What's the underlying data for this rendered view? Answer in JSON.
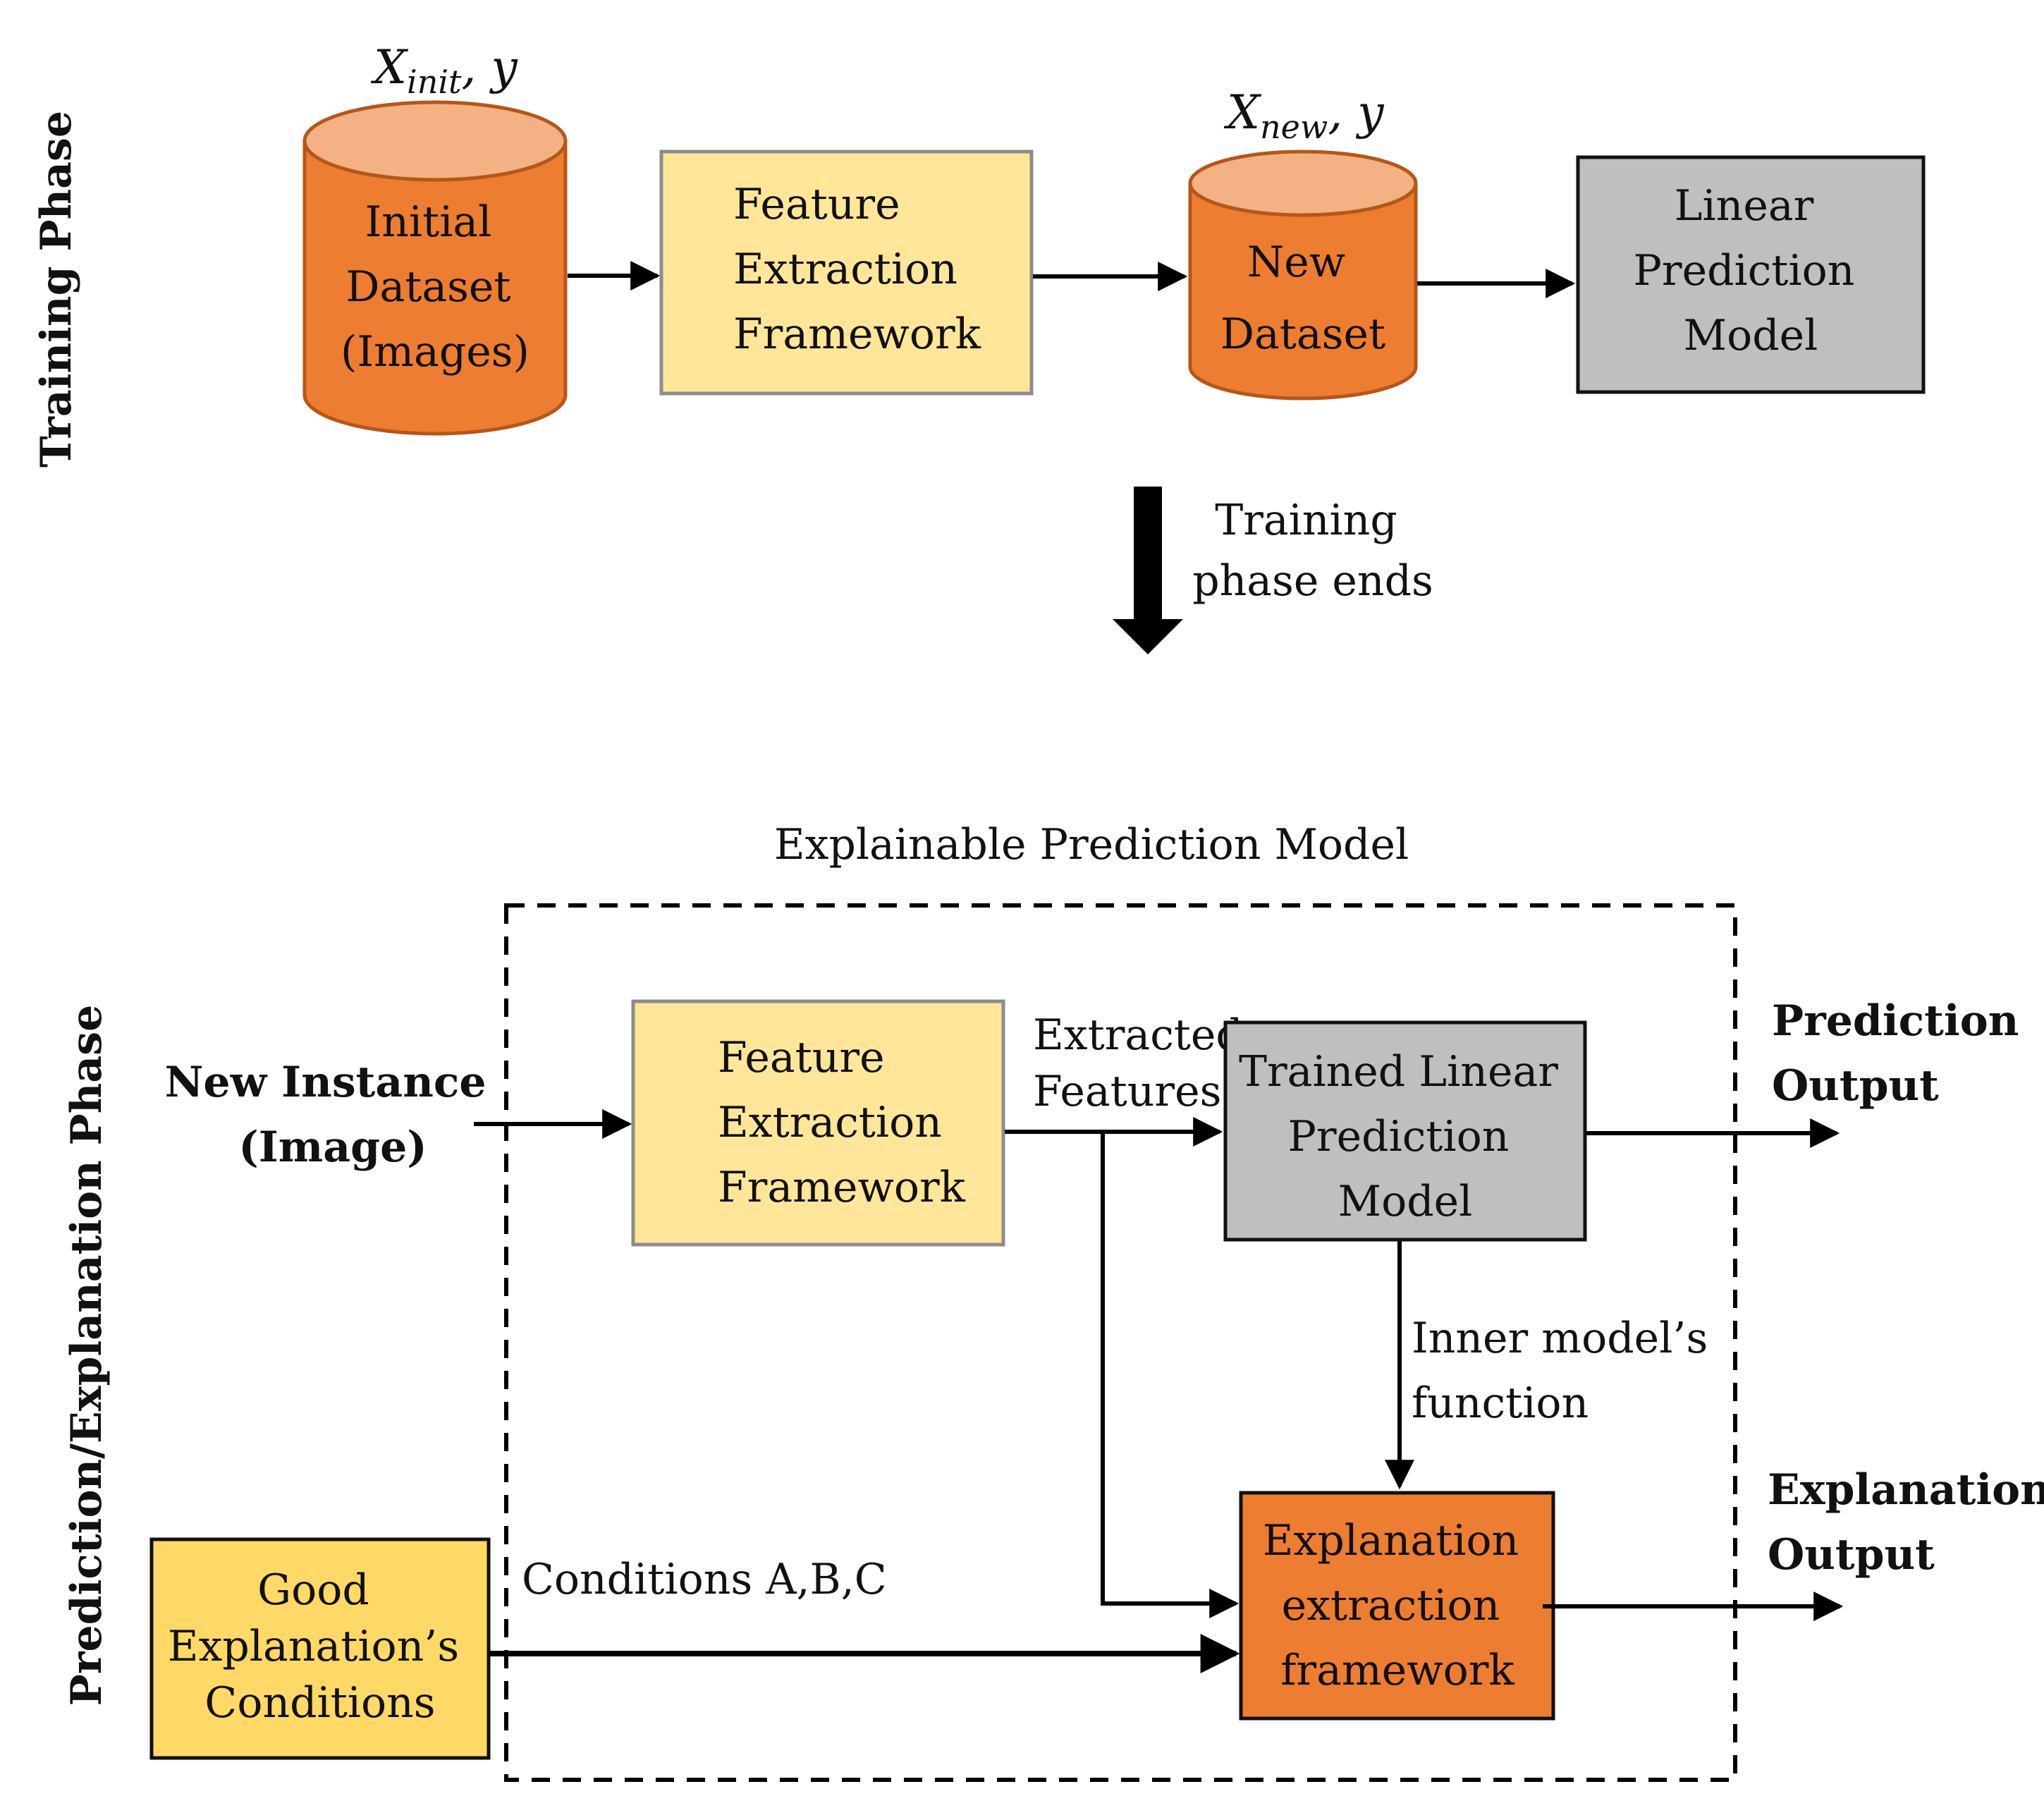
{
  "training": {
    "phase_label": "Training Phase",
    "initial_dataset": {
      "lines": [
        "Initial",
        "Dataset",
        "(Images)"
      ],
      "sym_var": "X",
      "sym_sub": "init",
      "sym_rest": ", y"
    },
    "feature_extraction": {
      "lines": [
        "Feature",
        "Extraction",
        "Framework"
      ]
    },
    "new_dataset": {
      "lines": [
        "New",
        "Dataset"
      ],
      "sym_var": "X",
      "sym_sub": "new",
      "sym_rest": ", y"
    },
    "linear_model": {
      "lines": [
        "Linear",
        "Prediction",
        "Model"
      ]
    },
    "phase_end": {
      "lines": [
        "Training",
        "phase ends"
      ]
    }
  },
  "prediction": {
    "phase_label": "Prediction/Explanation Phase",
    "container_title": "Explainable Prediction Model",
    "new_instance": {
      "lines": [
        "New Instance",
        "(Image)"
      ]
    },
    "feature_extraction": {
      "lines": [
        "Feature",
        "Extraction",
        "Framework"
      ]
    },
    "extracted_features": {
      "lines": [
        "Extracted",
        "Features"
      ]
    },
    "trained_model": {
      "lines": [
        "Trained Linear",
        "Prediction",
        "Model"
      ]
    },
    "prediction_output": {
      "lines": [
        "Prediction",
        "Output"
      ]
    },
    "inner_function": {
      "lines": [
        "Inner model’s",
        "function"
      ]
    },
    "explanation_framework": {
      "lines": [
        "Explanation",
        "extraction",
        "framework"
      ]
    },
    "explanation_output": {
      "lines": [
        "Explanation",
        "Output"
      ]
    },
    "conditions_box": {
      "lines": [
        "Good",
        "Explanation’s",
        "Conditions"
      ]
    },
    "conditions_label": "Conditions A,B,C"
  },
  "colors": {
    "orange": "#ED7D31",
    "orange_light": "#F4B183",
    "orange_stroke": "#B5561A",
    "yellow_light": "#FFE699",
    "yellow": "#FFD966",
    "gray": "#BFBFBF"
  }
}
